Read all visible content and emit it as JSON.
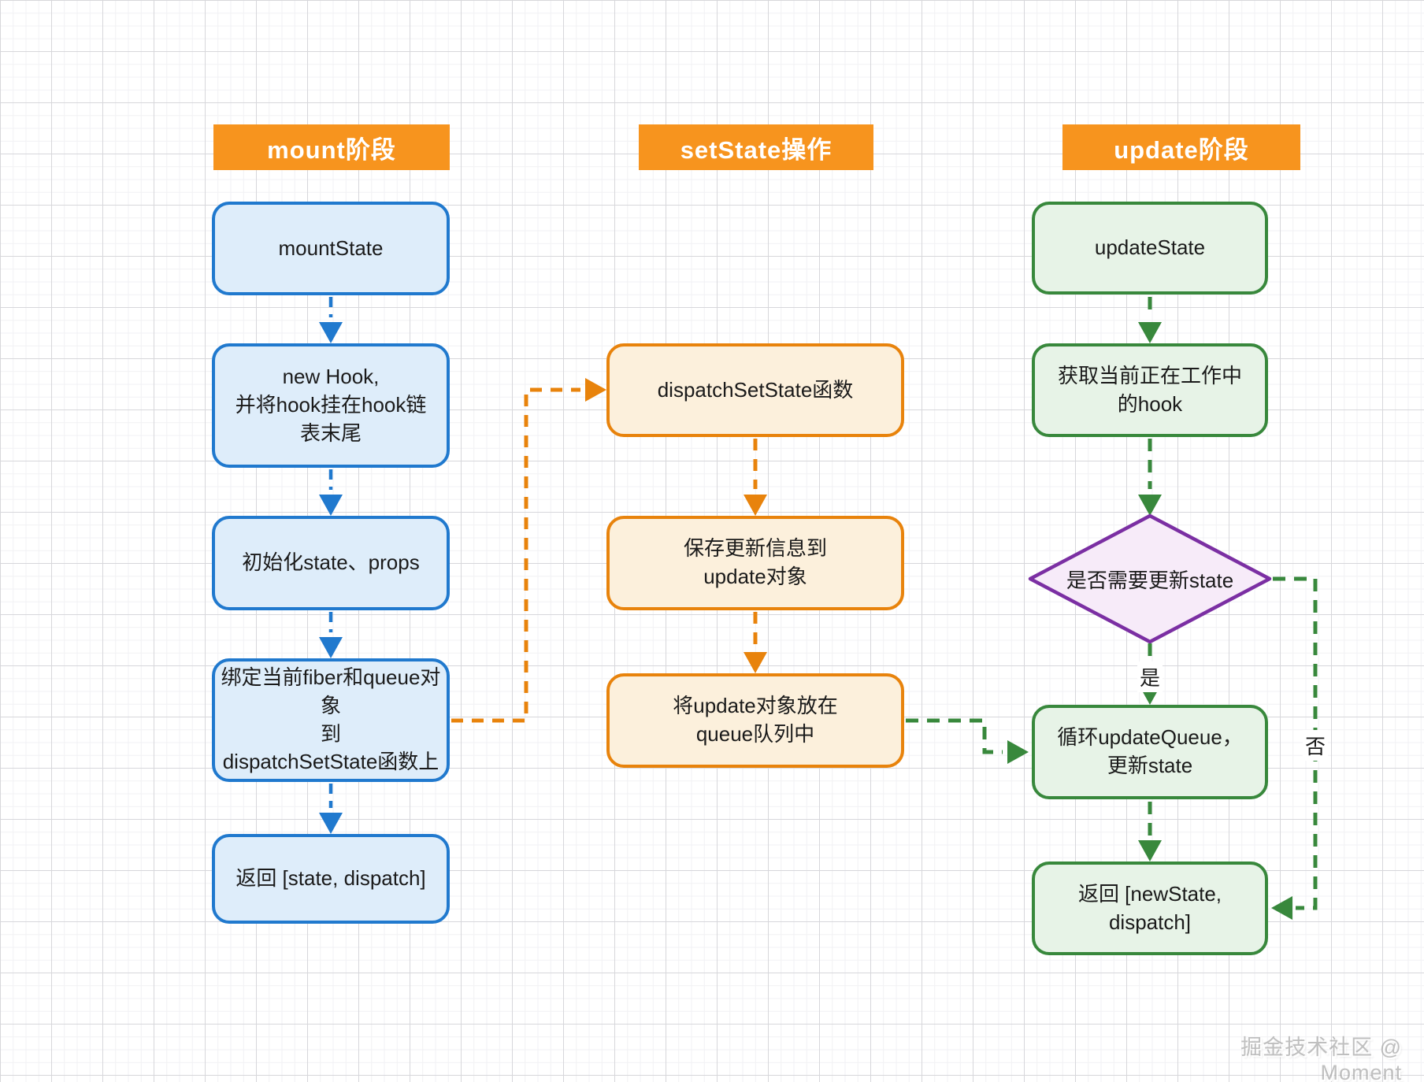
{
  "columns": {
    "mount": {
      "header": "mount阶段",
      "nodes": {
        "mount_state": "mountState",
        "new_hook": "new Hook,\n并将hook挂在hook链\n表末尾",
        "init_state": "初始化state、props",
        "bind_fiber": "绑定当前fiber和queue对象\n到\ndispatchSetState函数上",
        "return_state": "返回 [state, dispatch]"
      }
    },
    "setstate": {
      "header": "setState操作",
      "nodes": {
        "dispatch_fn": "dispatchSetState函数",
        "save_update": "保存更新信息到\nupdate对象",
        "put_queue": "将update对象放在\nqueue队列中"
      }
    },
    "update": {
      "header": "update阶段",
      "nodes": {
        "update_state": "updateState",
        "get_hook": "获取当前正在工作中\n的hook",
        "need_update": "是否需要更新state",
        "loop_queue": "循环updateQueue，\n更新state",
        "return_new": "返回 [newState, dispatch]"
      },
      "edge_labels": {
        "yes": "是",
        "no": "否"
      }
    }
  },
  "watermark": "掘金技术社区 @ Moment",
  "colors": {
    "header-bg": "#F7941E",
    "header-text": "#FFFFFF",
    "blue-border": "#2079CE",
    "blue-fill": "#DEEDFA",
    "orange-border": "#E8830C",
    "orange-fill": "#FCF0DC",
    "green-border": "#38883C",
    "green-fill": "#E7F3E7",
    "purple-border": "#7B2FA3",
    "purple-fill": "#F7EBF9",
    "text": "#1A1A1A"
  }
}
